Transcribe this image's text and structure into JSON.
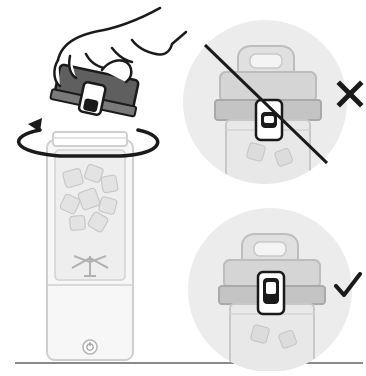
{
  "figure": {
    "kind": "instruction-illustration",
    "steps": [
      {
        "id": "attach-lid",
        "icon": "hand-twisting-lid-icon"
      },
      {
        "id": "wrong-latch-orientation",
        "icon": "incorrect-latch-icon",
        "result": "cross-mark-icon"
      },
      {
        "id": "correct-latch-orientation",
        "icon": "correct-latch-icon",
        "result": "check-mark-icon"
      }
    ]
  },
  "colors": {
    "outline": "#1a1a1a",
    "light_gray": "#e6e6e6",
    "mid_gray": "#bdbdbd",
    "dark_gray": "#6b6b6b",
    "circle_bg": "#ececec",
    "base_line": "#8a8a8a"
  }
}
